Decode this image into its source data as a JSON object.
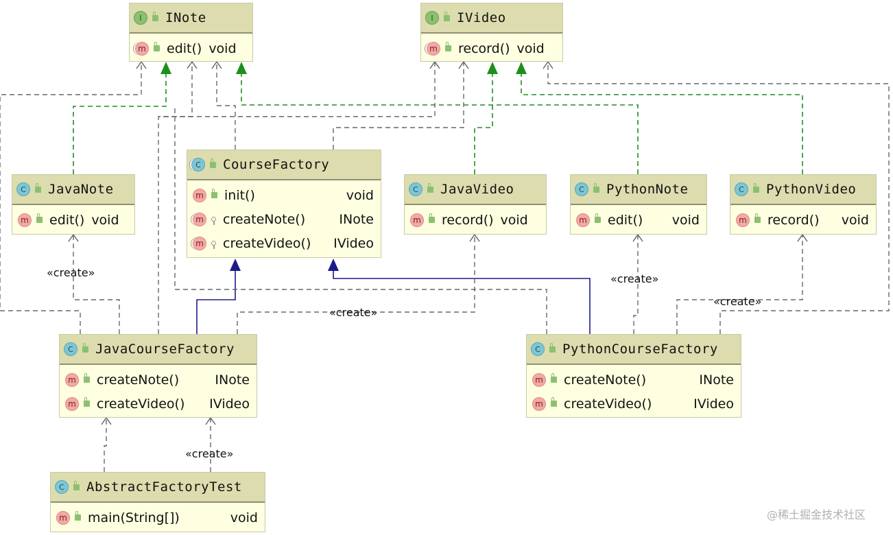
{
  "diagram": {
    "classes": [
      {
        "id": "inote",
        "kind": "interface",
        "badge": "I",
        "name": "INote",
        "members": [
          {
            "badge": "m",
            "name": "edit()",
            "type": "void",
            "visibility": "public"
          }
        ]
      },
      {
        "id": "ivideo",
        "kind": "interface",
        "badge": "I",
        "name": "IVideo",
        "members": [
          {
            "badge": "m",
            "name": "record()",
            "type": "void",
            "visibility": "public"
          }
        ]
      },
      {
        "id": "coursefactory",
        "kind": "abstract-class",
        "badge": "C",
        "name": "CourseFactory",
        "members": [
          {
            "badge": "m",
            "name": "init()",
            "type": "void",
            "visibility": "public"
          },
          {
            "badge": "m",
            "name": "createNote()",
            "type": "INote",
            "visibility": "protected"
          },
          {
            "badge": "m",
            "name": "createVideo()",
            "type": "IVideo",
            "visibility": "protected"
          }
        ]
      },
      {
        "id": "javanote",
        "kind": "class",
        "badge": "C",
        "name": "JavaNote",
        "members": [
          {
            "badge": "m",
            "name": "edit()",
            "type": "void",
            "visibility": "public"
          }
        ]
      },
      {
        "id": "javavideo",
        "kind": "class",
        "badge": "C",
        "name": "JavaVideo",
        "members": [
          {
            "badge": "m",
            "name": "record()",
            "type": "void",
            "visibility": "public"
          }
        ]
      },
      {
        "id": "pythonnote",
        "kind": "class",
        "badge": "C",
        "name": "PythonNote",
        "members": [
          {
            "badge": "m",
            "name": "edit()",
            "type": "void",
            "visibility": "public"
          }
        ]
      },
      {
        "id": "pythonvideo",
        "kind": "class",
        "badge": "C",
        "name": "PythonVideo",
        "members": [
          {
            "badge": "m",
            "name": "record()",
            "type": "void",
            "visibility": "public"
          }
        ]
      },
      {
        "id": "javacoursefactory",
        "kind": "class",
        "badge": "C",
        "name": "JavaCourseFactory",
        "members": [
          {
            "badge": "m",
            "name": "createNote()",
            "type": "INote",
            "visibility": "public"
          },
          {
            "badge": "m",
            "name": "createVideo()",
            "type": "IVideo",
            "visibility": "public"
          }
        ]
      },
      {
        "id": "pythoncoursefactory",
        "kind": "class",
        "badge": "C",
        "name": "PythonCourseFactory",
        "members": [
          {
            "badge": "m",
            "name": "createNote()",
            "type": "INote",
            "visibility": "public"
          },
          {
            "badge": "m",
            "name": "createVideo()",
            "type": "IVideo",
            "visibility": "public"
          }
        ]
      },
      {
        "id": "abstractfactorytest",
        "kind": "runnable-class",
        "badge": "C",
        "name": "AbstractFactoryTest",
        "members": [
          {
            "badge": "m",
            "name": "main(String[])",
            "type": "void",
            "visibility": "public"
          }
        ]
      }
    ],
    "relations": [
      {
        "from": "javanote",
        "to": "inote",
        "type": "realization"
      },
      {
        "from": "pythonnote",
        "to": "inote",
        "type": "realization"
      },
      {
        "from": "javavideo",
        "to": "ivideo",
        "type": "realization"
      },
      {
        "from": "pythonvideo",
        "to": "ivideo",
        "type": "realization"
      },
      {
        "from": "javacoursefactory",
        "to": "coursefactory",
        "type": "generalization"
      },
      {
        "from": "pythoncoursefactory",
        "to": "coursefactory",
        "type": "generalization"
      },
      {
        "from": "javacoursefactory",
        "to": "javanote",
        "type": "dependency",
        "label": "«create»"
      },
      {
        "from": "javacoursefactory",
        "to": "javavideo",
        "type": "dependency",
        "label": "«create»"
      },
      {
        "from": "pythoncoursefactory",
        "to": "pythonnote",
        "type": "dependency",
        "label": "«create»"
      },
      {
        "from": "pythoncoursefactory",
        "to": "pythonvideo",
        "type": "dependency",
        "label": "«create»"
      },
      {
        "from": "abstractfactorytest",
        "to": "javacoursefactory",
        "type": "dependency",
        "label": "«create»"
      },
      {
        "from": "abstractfactorytest",
        "to": "javacoursefactory",
        "type": "dependency"
      },
      {
        "from": "coursefactory",
        "to": "inote",
        "type": "dependency"
      },
      {
        "from": "coursefactory",
        "to": "ivideo",
        "type": "dependency"
      },
      {
        "from": "javacoursefactory",
        "to": "inote",
        "type": "dependency"
      },
      {
        "from": "pythoncoursefactory",
        "to": "inote",
        "type": "dependency"
      },
      {
        "from": "pythoncoursefactory",
        "to": "ivideo",
        "type": "dependency"
      }
    ],
    "colors": {
      "realization": "#1e8f1e",
      "generalization": "#1b1b8a",
      "dependency": "#666666",
      "box_fill": "#fefee0",
      "header_fill": "#dcdcae"
    }
  },
  "watermark": "@稀土掘金技术社区"
}
